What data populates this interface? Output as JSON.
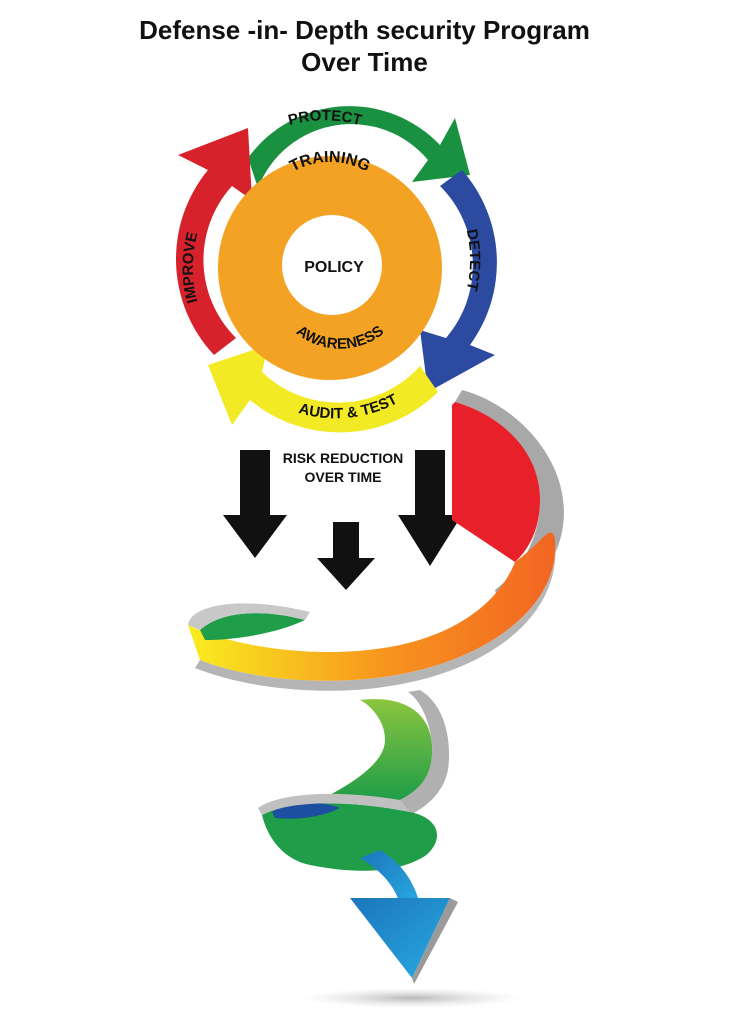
{
  "title": {
    "line1": "Defense -in- Depth security Program",
    "line2": "Over Time"
  },
  "cycle": {
    "center": "POLICY",
    "inner_top": "TRAINING",
    "inner_bottom": "AWARENESS",
    "segments": [
      {
        "label": "PROTECT",
        "color": "#1a9140"
      },
      {
        "label": "DETECT",
        "color": "#2c4aa0"
      },
      {
        "label": "AUDIT & TEST",
        "color": "#f2ea24"
      },
      {
        "label": "IMPROVE",
        "color": "#d8222b"
      }
    ],
    "inner_ring_color": "#f4a223"
  },
  "risk": {
    "line1": "RISK REDUCTION",
    "line2": "OVER TIME"
  },
  "spiral_colors": [
    "#e8202a",
    "#f7931e",
    "#f9ed1f",
    "#8bc53f",
    "#1f9d48",
    "#2a9fd8"
  ]
}
